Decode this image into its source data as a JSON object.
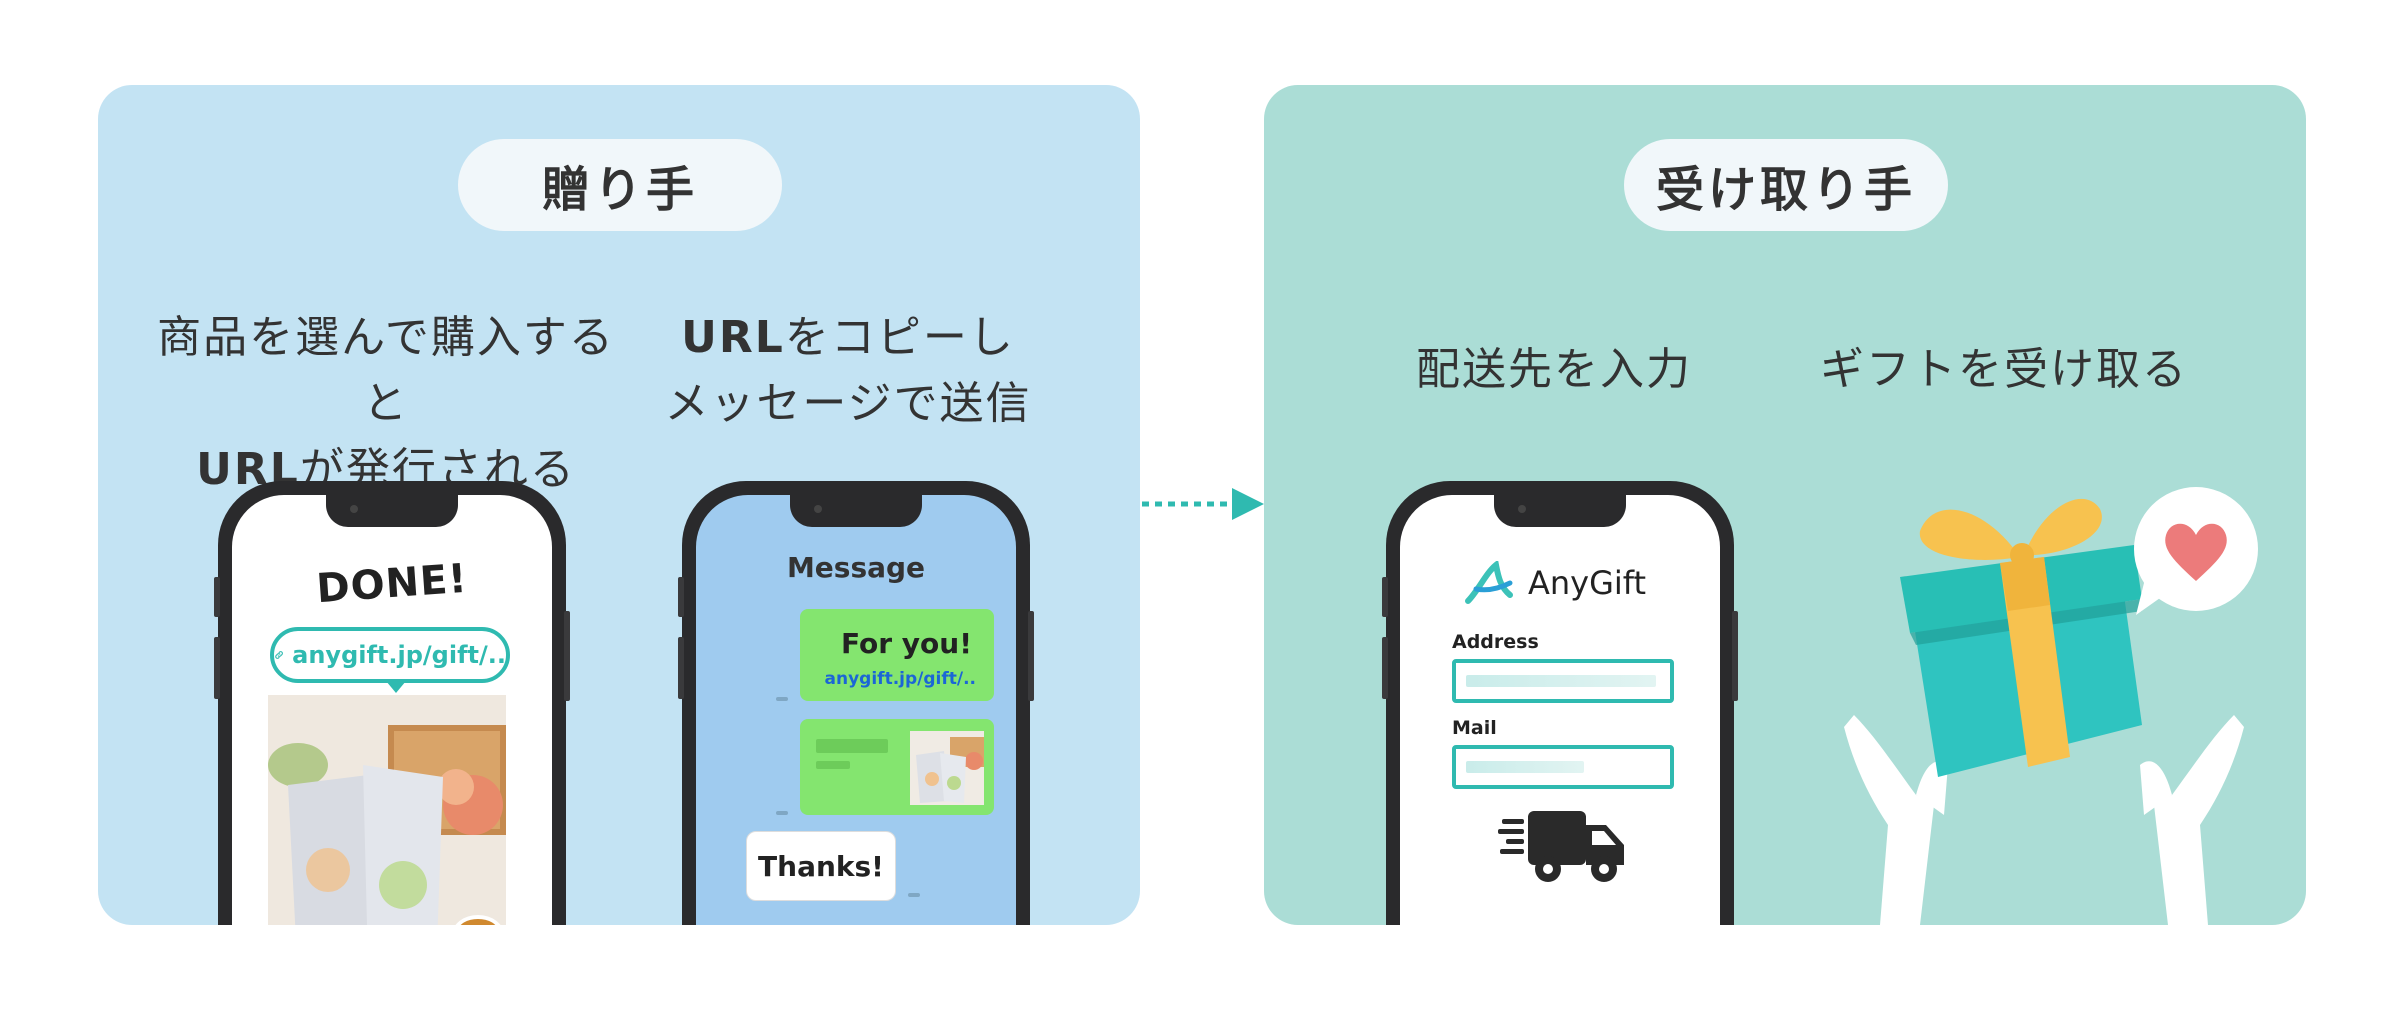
{
  "sender": {
    "title": "贈り手",
    "step1": {
      "line1": "商品を選んで購入すると",
      "line2_em": "URL",
      "line2_rest": "が発行される"
    },
    "step2": {
      "line1_em": "URL",
      "line1_rest": "をコピーし",
      "line2": "メッセージで送信"
    },
    "phone1": {
      "done": "DONE!",
      "url": "anygift.jp/gift/.."
    },
    "phone2": {
      "title": "Message",
      "bubble_text": "For you!",
      "bubble_link": "anygift.jp/gift/..",
      "reply": "Thanks!"
    }
  },
  "receiver": {
    "title": "受け取り手",
    "step1": {
      "text": "配送先を入力"
    },
    "step2": {
      "text": "ギフトを受け取る"
    },
    "phone": {
      "brand": "AnyGift",
      "address_label": "Address",
      "mail_label": "Mail"
    }
  },
  "colors": {
    "sender_bg": "#c3e3f3",
    "receiver_bg": "#abddd6",
    "accent": "#2fbab0",
    "bubble_green": "#84e56f",
    "link_blue": "#1b66d6"
  },
  "icons": [
    "link-icon",
    "delivery-truck-icon",
    "gift-icon",
    "heart-icon",
    "anygift-logo-icon",
    "arrow-right-icon"
  ]
}
